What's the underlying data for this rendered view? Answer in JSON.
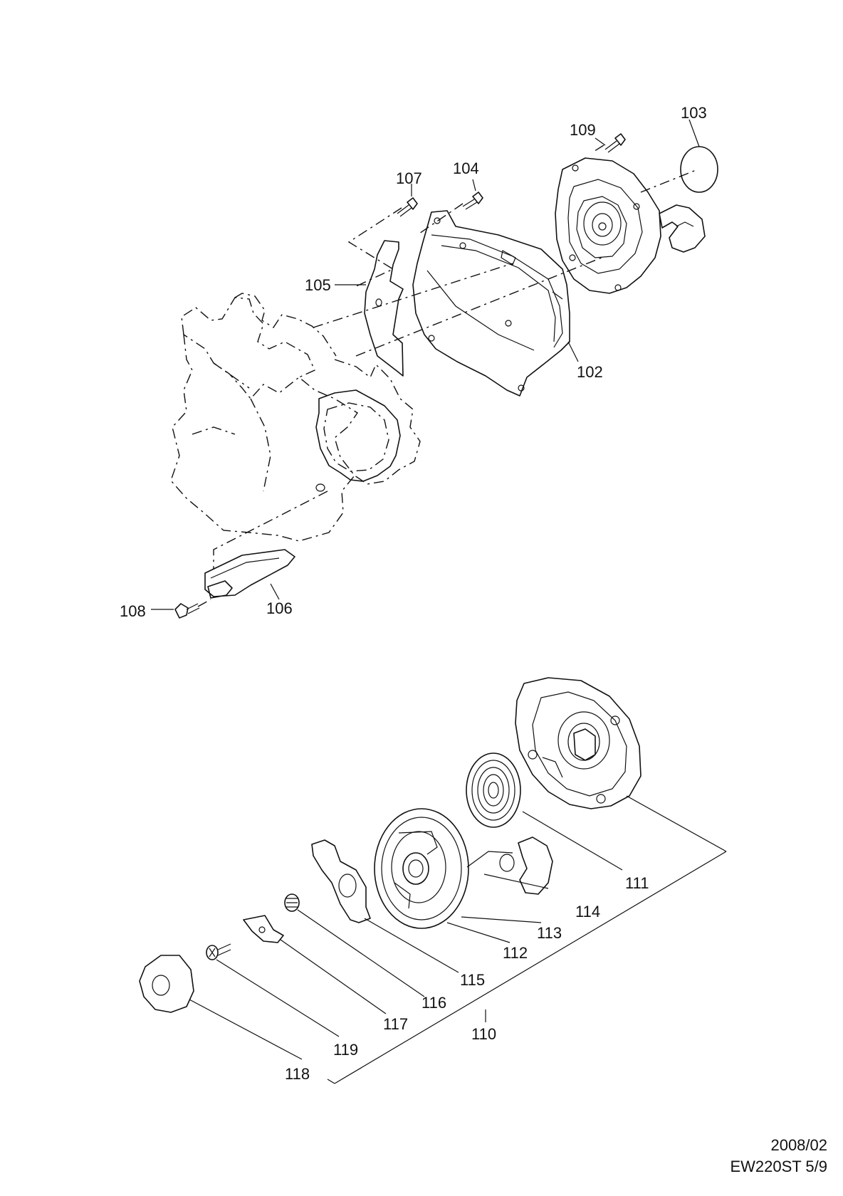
{
  "labels": {
    "p102": "102",
    "p103": "103",
    "p104": "104",
    "p105": "105",
    "p106": "106",
    "p107": "107",
    "p108": "108",
    "p109": "109",
    "p110": "110",
    "p111": "111",
    "p112": "112",
    "p113": "113",
    "p114": "114",
    "p115": "115",
    "p116": "116",
    "p117": "117",
    "p118": "118",
    "p119": "119"
  },
  "footer": {
    "date": "2008/02",
    "model_page": "EW220ST 5/9"
  }
}
